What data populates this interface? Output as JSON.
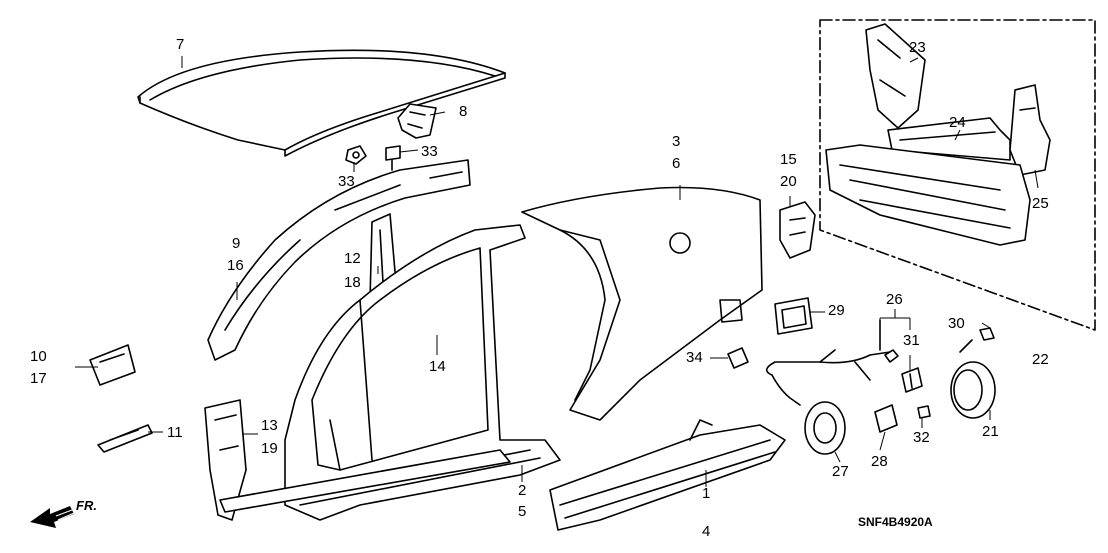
{
  "diagram": {
    "code": "SNF4B4920A",
    "direction_label": "FR.",
    "callouts": [
      "7",
      "8",
      "33",
      "33",
      "3",
      "6",
      "15",
      "20",
      "23",
      "24",
      "25",
      "22",
      "9",
      "16",
      "12",
      "18",
      "14",
      "29",
      "26",
      "31",
      "30",
      "10",
      "17",
      "34",
      "13",
      "19",
      "11",
      "2",
      "5",
      "1",
      "4",
      "27",
      "28",
      "32",
      "21"
    ]
  }
}
